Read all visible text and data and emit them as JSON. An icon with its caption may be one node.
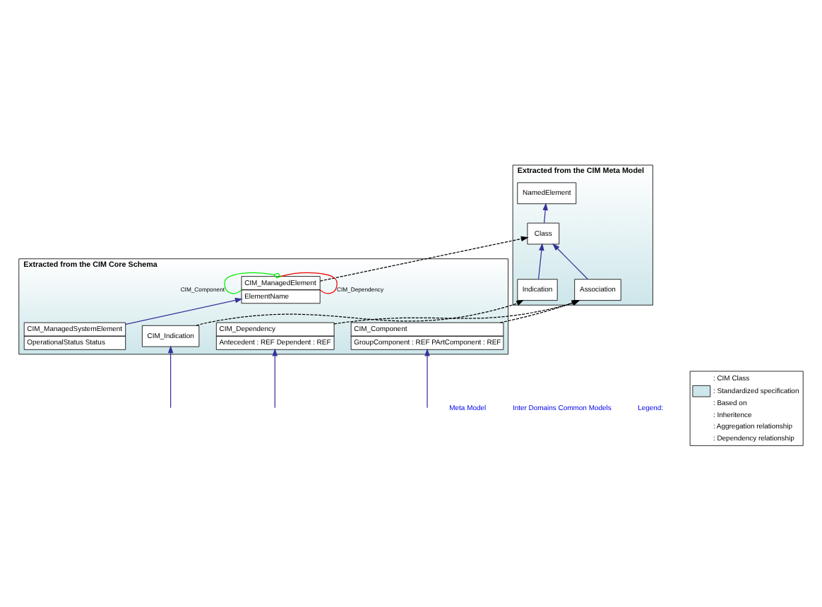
{
  "diagram": {
    "nodes": [
      {
        "text": [
          "Extracted from the CIM Meta Model"
        ]
      },
      {
        "text": [
          "NamedElement"
        ],
        "in": 0
      },
      {
        "text": [
          "Class"
        ],
        "in": 0
      },
      {
        "text": [
          "Association"
        ],
        "in": 0
      },
      {
        "text": [
          "Indication"
        ],
        "in": 0
      },
      {
        "text": [
          "Extracted from the CIM Core Schema"
        ]
      },
      {
        "text": [
          "CIM_ManagedElement",
          "ElementName"
        ],
        "in": 5
      },
      {
        "text": [
          "CIM_ManagedSystemElement",
          "OperationalStatus Status"
        ],
        "in": 5
      },
      {
        "text": [
          "CIM_Dependency",
          "Antecedent : REF Dependent : REF"
        ],
        "in": 5
      },
      {
        "text": [
          "CIM_Indication"
        ],
        "in": 5
      },
      {
        "text": [
          "CIM_Component",
          "GroupComponent : REF PArtComponent : REF"
        ],
        "in": 5
      }
    ],
    "edges": [
      {
        "from": 2,
        "to": 1,
        "arrow": "to"
      },
      {
        "from": 3,
        "to": 2,
        "arrow": "to"
      },
      {
        "from": 4,
        "to": 2,
        "arrow": "to"
      },
      {
        "from": 6,
        "to": 2,
        "arrow": "to",
        "style": "dashed",
        "color": "#000000"
      },
      {
        "from": 8,
        "to": 3,
        "arrow": "to",
        "style": "dashed",
        "color": "#000000"
      },
      {
        "from": 10,
        "to": 3,
        "arrow": "to",
        "style": "dashed",
        "color": "#000000"
      },
      {
        "from": 9,
        "to": 4,
        "arrow": "to",
        "style": "dashed",
        "color": "#000000"
      },
      {
        "from": 6,
        "to": 6,
        "arrow": "other",
        "label": "CIM_Component",
        "color": "#00ee00"
      },
      {
        "from": 6,
        "to": 6,
        "arrow": "none",
        "label": "CIM_Dependency",
        "color": "#ee0000"
      },
      {
        "from": 7,
        "to": 6,
        "arrow": "to"
      },
      {
        "from": null,
        "to": 8,
        "arrow": "to"
      },
      {
        "from": null,
        "to": 9,
        "arrow": "to"
      },
      {
        "from": null,
        "to": 10,
        "arrow": "to"
      }
    ],
    "labels": [
      "Meta Model",
      "Inter Domains Common Models",
      "Legend:"
    ],
    "legend": [
      {
        "text": ": CIM Class"
      },
      {
        "text": ": Standardized specification",
        "color": "#cde6ea"
      },
      {
        "text": ": Based on"
      },
      {
        "text": ": Inheritence"
      },
      {
        "text": ": Aggregation relationship"
      },
      {
        "text": ": Dependency relationship"
      }
    ]
  }
}
